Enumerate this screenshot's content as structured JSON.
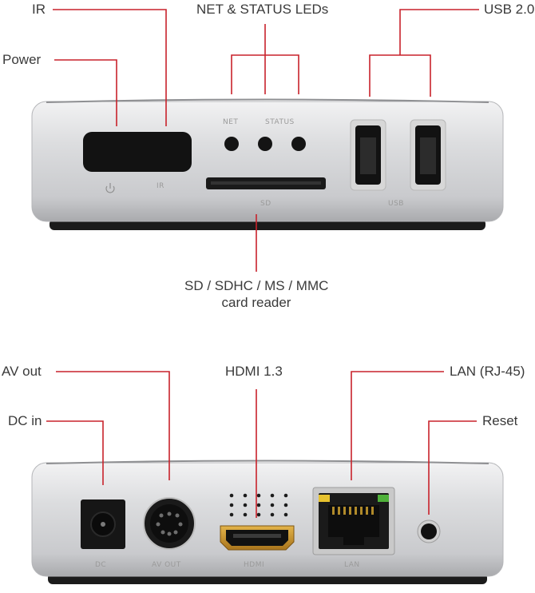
{
  "callouts": {
    "ir": "IR",
    "net_status": "NET & STATUS LEDs",
    "usb": "USB 2.0",
    "power": "Power",
    "card_reader_line1": "SD / SDHC / MS / MMC",
    "card_reader_line2": "card reader",
    "av_out": "AV out",
    "hdmi": "HDMI 1.3",
    "lan": "LAN (RJ-45)",
    "dc_in": "DC in",
    "reset": "Reset"
  },
  "front_labels": {
    "ir": "IR",
    "net": "NET",
    "status": "STATUS",
    "sd": "SD",
    "usb": "USB"
  },
  "back_labels": {
    "dc": "DC",
    "av_out": "AV OUT",
    "hdmi": "HDMI",
    "lan": "LAN"
  },
  "colors": {
    "leader_line": "#c8222b",
    "callout_text": "#3a3a3a",
    "device_body": "#d9dadc"
  },
  "icons": {
    "power_symbol": "power-icon"
  }
}
